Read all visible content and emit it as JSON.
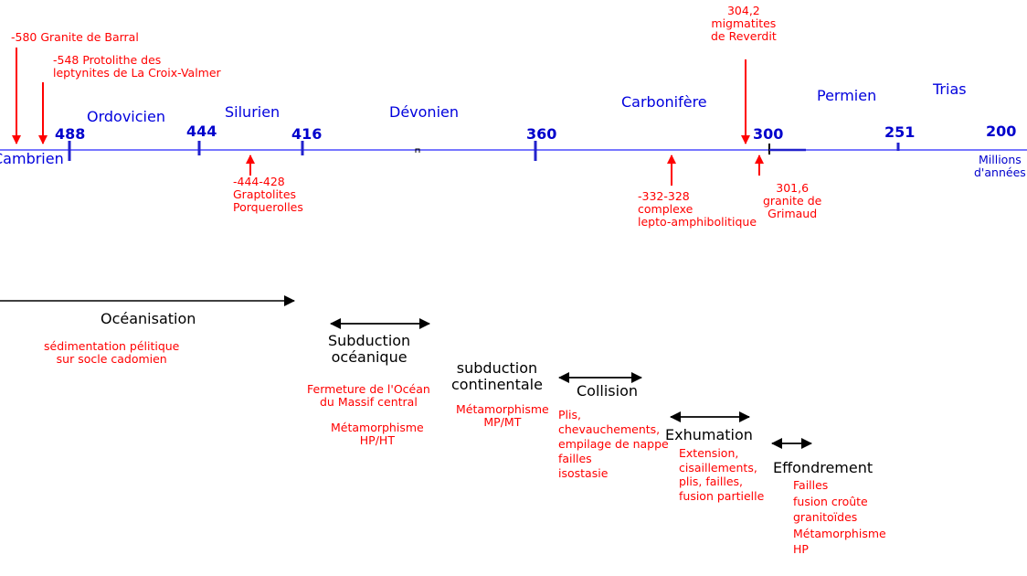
{
  "colors": {
    "timeline": "#4a4aff",
    "axis_text": "#0000dd",
    "events": "#ff0000",
    "phases": "#000000"
  },
  "timeline": {
    "periods": [
      "Cambrien",
      "Ordovicien",
      "Silurien",
      "Dévonien",
      "Carbonifère",
      "Permien",
      "Trias"
    ],
    "ticks": [
      "488",
      "444",
      "416",
      "360",
      "300",
      "251",
      "200"
    ],
    "unit": "Millions\nd'années"
  },
  "events": {
    "granite_barral": "-580 Granite de Barral",
    "protolithe": "-548 Protolithe des\nleptynites de La Croix-Valmer",
    "graptolites": "-444-428\nGraptolites\nPorquerolles",
    "complexe": "-332-328\ncomplexe\nlepto-amphibolitique",
    "migmatites": "304,2\nmigmatites\nde Reverdit",
    "grimaud": "301,6\ngranite de\nGrimaud"
  },
  "phases": [
    {
      "title": "Océanisation",
      "details": [
        "sédimentation pélitique\nsur socle cadomien"
      ]
    },
    {
      "title": "Subduction\nocéanique",
      "details": [
        "Fermeture de l'Océan\ndu Massif central",
        "Métamorphisme\nHP/HT"
      ]
    },
    {
      "title": "subduction\ncontinentale",
      "details": [
        "Métamorphisme\nMP/MT"
      ]
    },
    {
      "title": "Collision",
      "details": [
        "Plis,\nchevauchements,\nempilage de nappe\nfailles\nisostasie"
      ]
    },
    {
      "title": "Exhumation",
      "details": [
        "Extension,\ncisaillements,\nplis, failles,\nfusion partielle"
      ]
    },
    {
      "title": "Effondrement",
      "details": [
        "Failles\nfusion croûte\ngranitoïdes\nMétamorphisme\nHP"
      ]
    }
  ]
}
